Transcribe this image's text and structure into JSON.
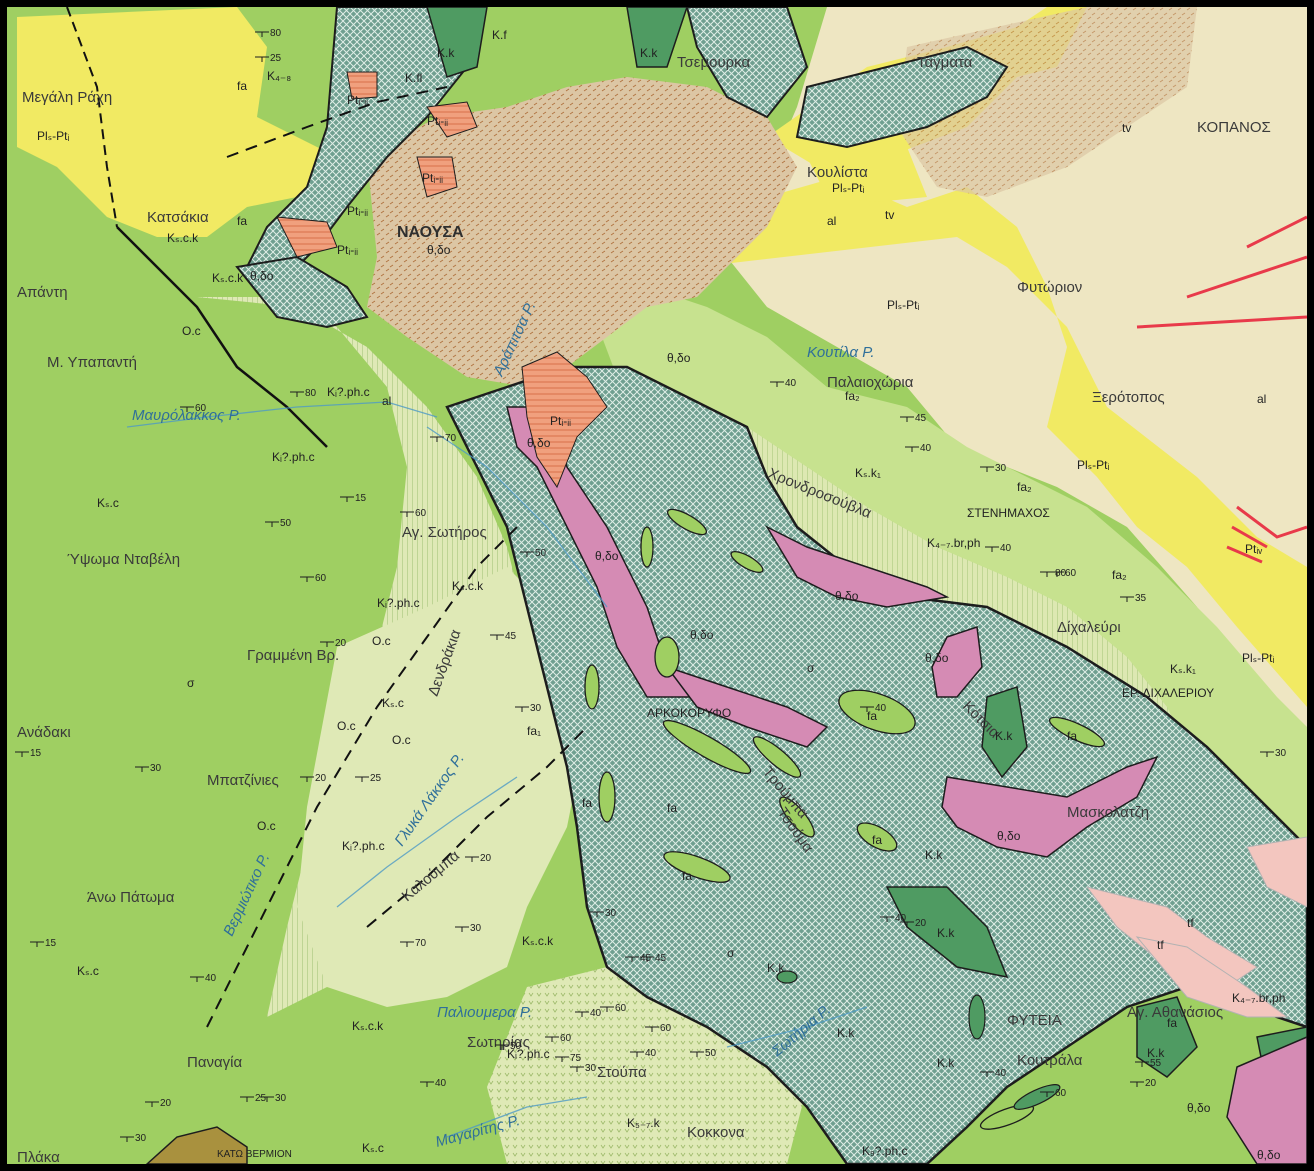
{
  "colors": {
    "limestone_green": "#9fcf62",
    "light_green": "#c7e28f",
    "pale_green": "#dfe9b6",
    "yellow_pliocene": "#f1ea63",
    "tan_town": "#dcc6a4",
    "pale_beige": "#eee6c2",
    "teal_ophiolite": "#6f9f90",
    "dark_green": "#4f9b62",
    "magenta": "#d58bb4",
    "salmon": "#f0a07e",
    "pink_light": "#f3c6bf",
    "olive_brown": "#a9913e",
    "river_blue": "#2f6f9a",
    "fault_line": "#111111"
  },
  "places": {
    "megali_rachi": "Μεγάλη Ράχη",
    "naousa": "ΝΑΟΥΣΑ",
    "kopanos": "ΚΟΠΑΝΟΣ",
    "fytia_top": "Φυτώριον",
    "xerotopos": "Ξερότοπος",
    "stenimachos": "ΣΤΕΝΗΜΑΧΟΣ",
    "dichalevri": "Δίχαλεύρι",
    "dichalevri_river": "ΕΡ. ΔΙΧΑΛΕΡΙΟΥ",
    "apanti": "Απάντη",
    "m_ypapanti": "Μ. Υπαπαντή",
    "ypsoma_ntaveli": "Ύψωμα Νταβέλη",
    "grammeni_vr": "Γραμμένη Βρ.",
    "mpatzinies": "Μπατζίνιες",
    "ano_patoma": "Άνω Πάτωμα",
    "panagia": "Παναγία",
    "kato_vermion": "ΚΑΤΩ ΒΕΡΜΙΟΝ",
    "plaka": "Πλάκα",
    "fyteia": "ΦΥΤΕΙΑ",
    "koutrala": "Κουτράλα",
    "maskolatzi": "Μασκολατζη",
    "ag_sotiros": "Αγ. Σωτήρος",
    "tagmata": "Ταγματα",
    "tsemourka": "Τσεμουρκα",
    "chrondrosoublas": "Χρονδροσούβλα",
    "arkokoryfo": "ΑΡΚΟΚΟΡΥΦΟ",
    "trouba": "Τρούμπα",
    "tsouma": "Τσούμα",
    "koulista": "Κουλίστα",
    "kotsia": "Κότσια",
    "stoupa": "Στούπα",
    "kokkona": "Κοκκονα",
    "palaiochoria": "Παλαιοχώρια",
    "adaki": "Ανάδακι",
    "dentrakia": "Δενδράκια",
    "katsakia": "Κατσάκια",
    "kaloumpa": "Καλούμπα",
    "sotiria": "Σωτηρίας",
    "agathonos": "Αγ. Αθανάσιος"
  },
  "rivers": {
    "koutila": "Κουτίλα Ρ.",
    "mavrolakkos": "Μαυρόλακκος Ρ.",
    "arapitsa": "Αράπιτσα Ρ.",
    "glyka_lakkos": "Γλυκά Λάκκος Ρ.",
    "vermioni": "Βερμιώτικο Ρ.",
    "palioumera": "Παλιουμερα Ρ.",
    "magaritis": "Μαγαρίτης Ρ.",
    "sotiria_r": "Σωτήρια Ρ."
  },
  "units": {
    "pls_pti": "Plₛ-Ptᵢ",
    "ks_c": "Kₛ.c",
    "ks_ck": "Kₛ.c.k",
    "ks_k1": "Kₛ.k₁",
    "kk": "K.k",
    "theta_do": "θ,δο",
    "fa": "fa",
    "fa1": "fa₁",
    "fa2": "fa₂",
    "oc": "O.c",
    "ki_phc": "Kᵢ?.ph.c",
    "k47": "K₄₋₇.br,ph",
    "pt_iii": "Ptᵢ-ᵢᵢ",
    "pt_iv": "Ptᵢᵥ",
    "al": "al",
    "tf": "tf",
    "tv": "tv",
    "sigma": "σ",
    "k57": "K₅₋₇.k",
    "k9": "K₉?.ph,c",
    "kfl": "K.fl",
    "k48": "K₄₋₈",
    "kf": "K.f"
  },
  "dips": [
    "80",
    "25",
    "60",
    "80",
    "70",
    "15",
    "50",
    "60",
    "60",
    "50",
    "40",
    "45",
    "40",
    "30",
    "35",
    "40",
    "20",
    "45",
    "30",
    "60",
    "30",
    "25",
    "20",
    "15",
    "30",
    "40",
    "40",
    "20",
    "45",
    "30",
    "40",
    "60",
    "75",
    "30",
    "50",
    "80",
    "40",
    "55",
    "20",
    "60",
    "40",
    "70",
    "20",
    "30",
    "40",
    "25",
    "30",
    "20",
    "15",
    "30",
    "40",
    "45",
    "60",
    "60",
    "50"
  ]
}
